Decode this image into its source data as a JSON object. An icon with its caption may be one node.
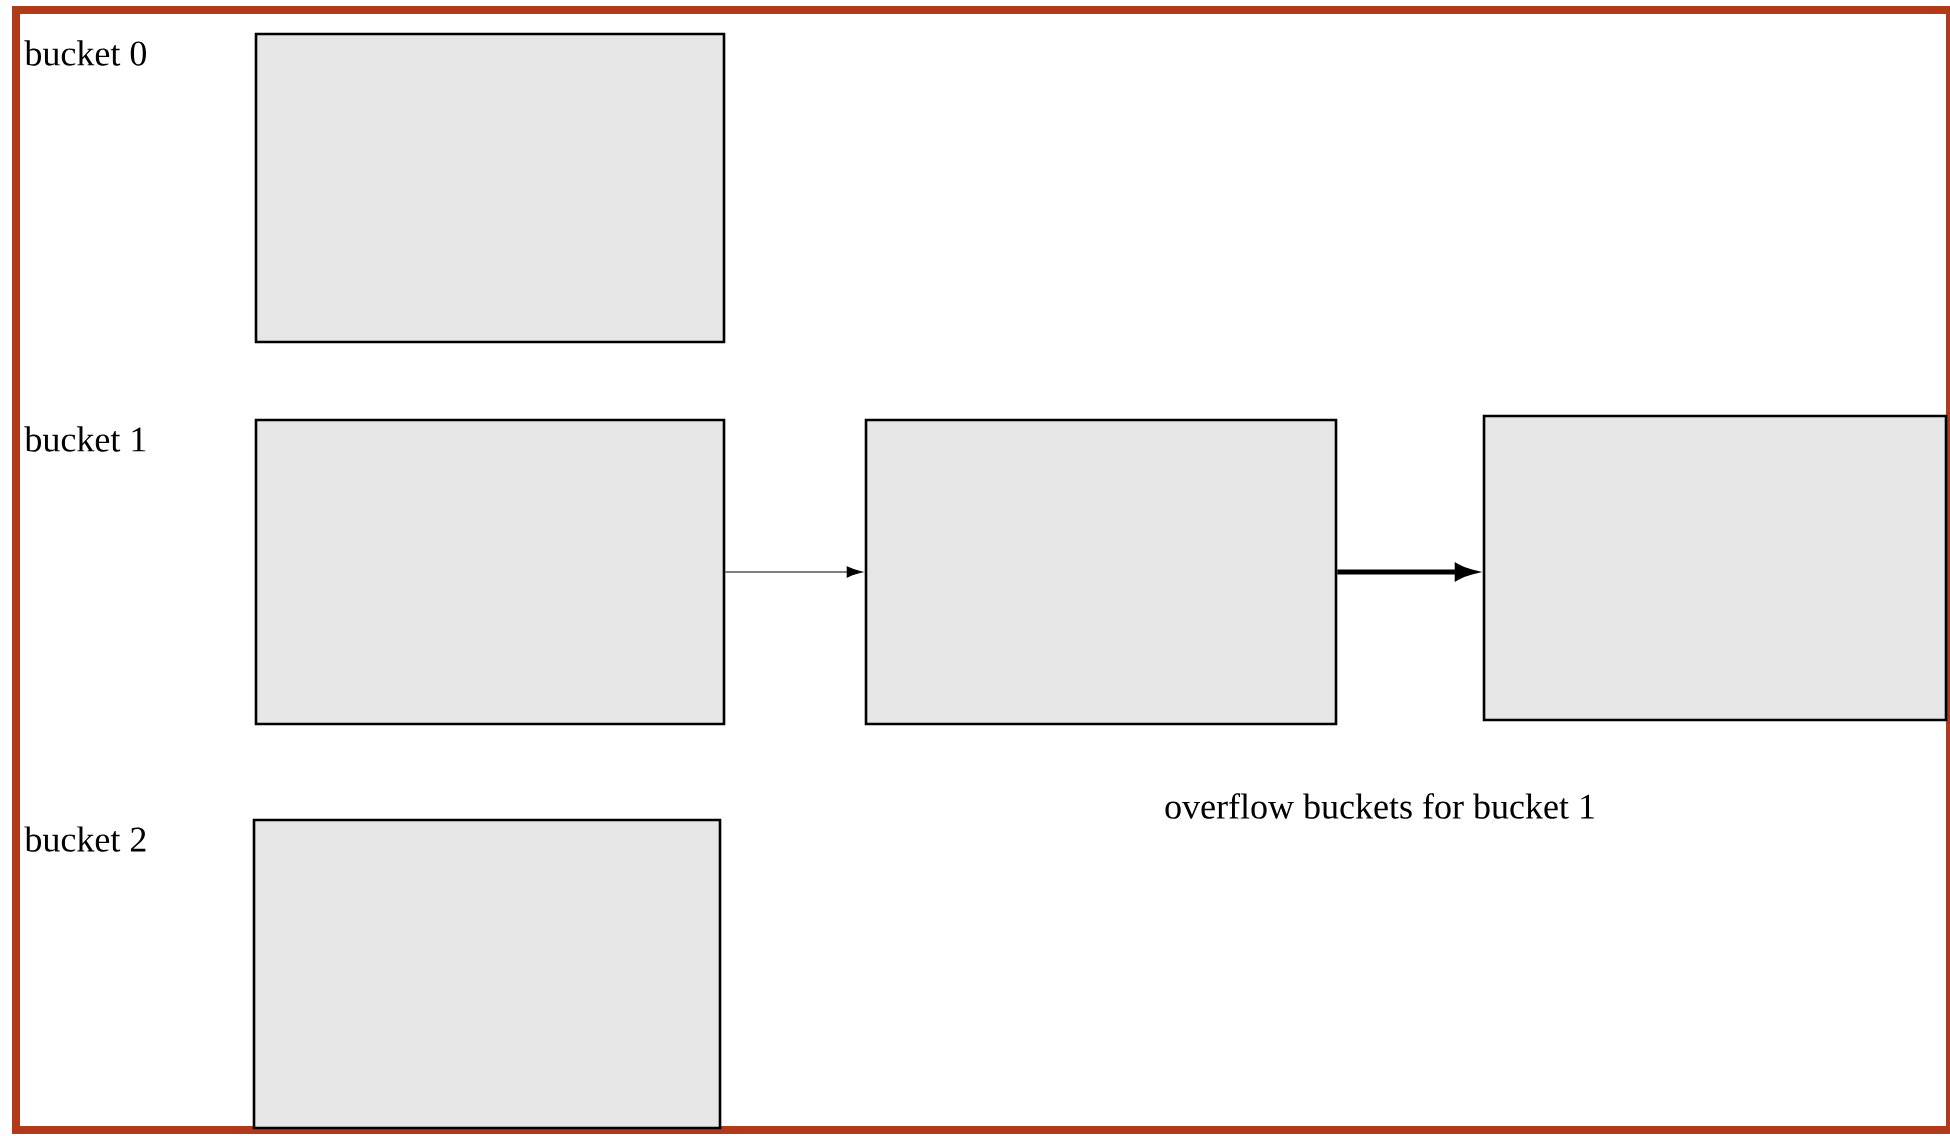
{
  "diagram": {
    "nodes": [
      {
        "text": [
          "bucket 0"
        ]
      },
      {
        "text": [
          "bucket 1"
        ]
      },
      {
        "text": [
          "bucket 2"
        ]
      },
      {
        "text": [],
        "shape": "box"
      },
      {
        "text": [],
        "shape": "box"
      }
    ],
    "edges": [
      {
        "from": 1,
        "to": 3,
        "arrow": "to"
      },
      {
        "from": 3,
        "to": 4,
        "arrow": "to",
        "style": "thick"
      }
    ],
    "labels": [
      "overflow buckets for bucket 1"
    ]
  }
}
